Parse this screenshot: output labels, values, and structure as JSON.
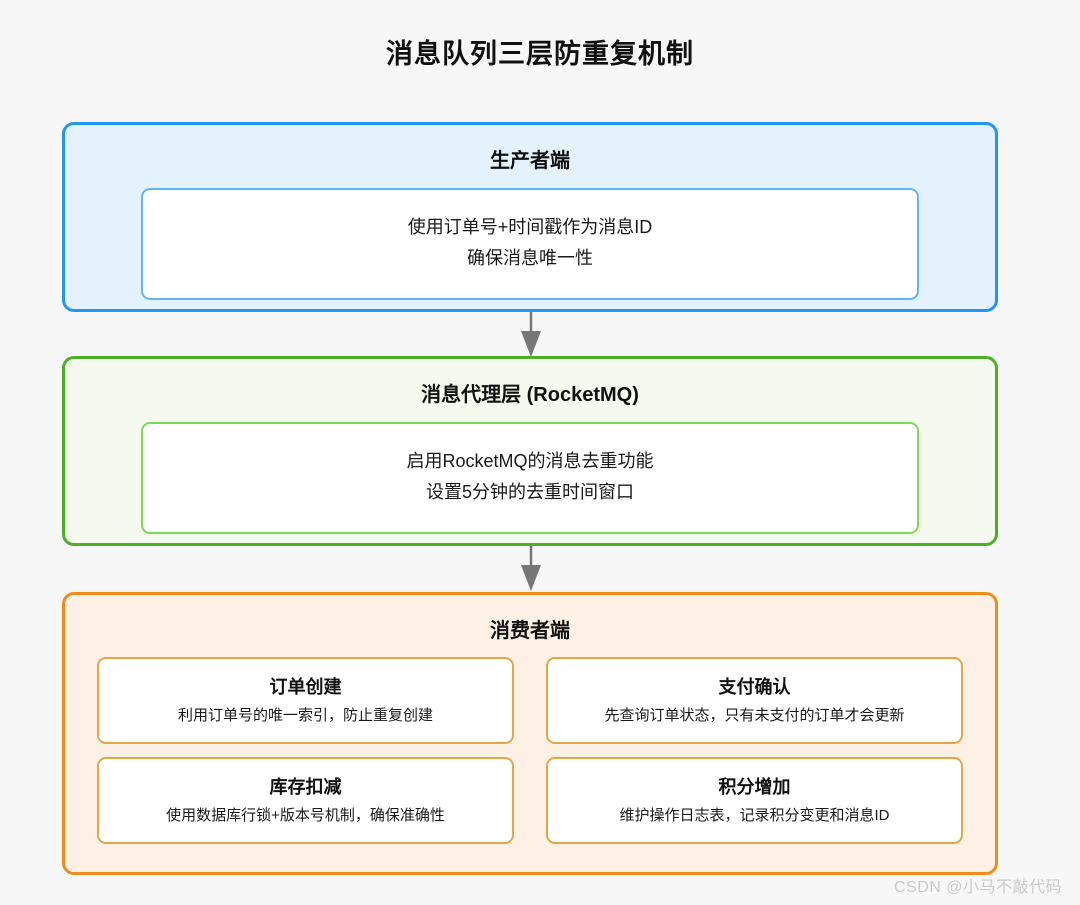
{
  "title": "消息队列三层防重复机制",
  "colors": {
    "background": "#f7f7f7",
    "producer_border": "#2196f3",
    "producer_fill": "#e3f2fd",
    "broker_border": "#4caf27",
    "broker_fill": "#f4fbee",
    "consumer_border": "#ef8c1e",
    "consumer_fill": "#fdf1e5",
    "arrow": "#777777",
    "watermark": "#c9c9c9"
  },
  "layers": {
    "producer": {
      "heading": "生产者端",
      "detail_lines": [
        "使用订单号+时间戳作为消息ID",
        "确保消息唯一性"
      ]
    },
    "broker": {
      "heading": "消息代理层 (RocketMQ)",
      "detail_lines": [
        "启用RocketMQ的消息去重功能",
        "设置5分钟的去重时间窗口"
      ]
    },
    "consumer": {
      "heading": "消费者端",
      "cards": [
        {
          "title": "订单创建",
          "desc": "利用订单号的唯一索引，防止重复创建"
        },
        {
          "title": "支付确认",
          "desc": "先查询订单状态，只有未支付的订单才会更新"
        },
        {
          "title": "库存扣减",
          "desc": "使用数据库行锁+版本号机制，确保准确性"
        },
        {
          "title": "积分增加",
          "desc": "维护操作日志表，记录积分变更和消息ID"
        }
      ]
    }
  },
  "arrows": [
    {
      "name": "producer-to-broker",
      "direction": "down"
    },
    {
      "name": "broker-to-consumer",
      "direction": "down"
    }
  ],
  "watermark": "CSDN @小马不敲代码"
}
